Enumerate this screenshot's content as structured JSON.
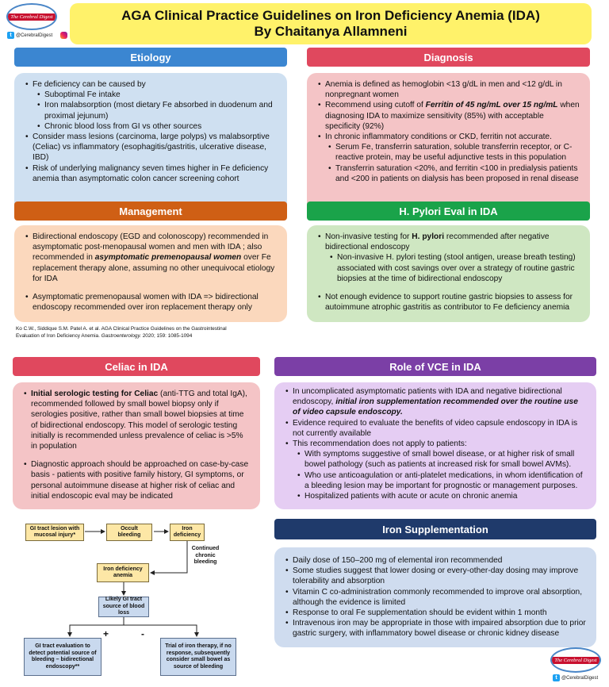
{
  "header": {
    "title_line1": "AGA Clinical Practice Guidelines on Iron Deficiency Anemia (IDA)",
    "title_line2": "By Chaitanya Allamneni",
    "logo_text": "The Cerebral Digest",
    "handle": "@CerebralDigest"
  },
  "colors": {
    "title_bg": "#fff26a",
    "etiology": "#3b86d1",
    "diagnosis": "#e0485e",
    "management": "#cf5f15",
    "hpylori": "#1aa34a",
    "celiac": "#e0485e",
    "vce": "#7b3fa6",
    "iron": "#1f3a6b"
  },
  "etiology": {
    "header": "Etiology",
    "b1": "Fe deficiency can be caused by",
    "s1": "Suboptimal Fe intake",
    "s2": "Iron malabsorption (most dietary Fe absorbed in duodenum and proximal jejunum)",
    "s3": "Chronic blood loss from GI vs other sources",
    "b2": "Consider mass lesions (carcinoma, large polyps) vs malabsorptive (Celiac) vs inflammatory (esophagitis/gastritis, ulcerative disease, IBD)",
    "b3": "Risk of underlying malignancy seven times higher in Fe deficiency anemia than asymptomatic colon cancer screening cohort"
  },
  "diagnosis": {
    "header": "Diagnosis",
    "b1": "Anemia is defined as hemoglobin <13 g/dL in men and <12 g/dL in nonpregnant women",
    "b2_pre": "Recommend using cutoff of ",
    "b2_bold": "Ferritin of 45 ng/mL over 15 ng/mL",
    "b2_post": " when diagnosing IDA to maximize sensitivity (85%) with acceptable specificity (92%)",
    "b3": "In chronic inflammatory conditions or CKD,  ferritin not accurate.",
    "s1": "Serum Fe, transferrin saturation, soluble transferrin receptor, or C-reactive protein, may be useful adjunctive tests in this population",
    "s2": "Transferrin saturation <20%, and ferritin <100 in predialysis patients and <200 in patients on dialysis has been proposed in renal disease"
  },
  "management": {
    "header": "Management",
    "b1_pre": "Bidirectional endoscopy (EGD and colonoscopy) recommended in asymptomatic post-menopausal women and men with IDA ; also recommended in ",
    "b1_bold": "asymptomatic premenopausal women",
    "b1_post": " over Fe replacement therapy alone, assuming no other unequivocal etiology for IDA",
    "b2": "Asymptomatic premenopausal women with IDA => bidirectional endoscopy recommended over iron replacement therapy only"
  },
  "hpylori": {
    "header": "H. Pylori Eval in IDA",
    "b1_pre": "Non-invasive testing for ",
    "b1_bold": "H. pylori",
    "b1_post": " recommended after negative bidirectional endoscopy",
    "s1": "Non-invasive H. pylori testing (stool antigen, urease breath testing) associated with cost savings over over a strategy of routine gastric biopsies at the time of bidirectional endoscopy",
    "b2": "Not enough evidence to support  routine gastric biopsies to assess for autoimmune atrophic gastritis as contributor to Fe deficiency anemia"
  },
  "reference": {
    "line1": "Ko C.W., Siddique S.M. Patel A. et al.  AGA Clinical Practice Guidelines on the Gastrointestinal",
    "line2_pre": "Evaluation of Iron Deficiency Anemia.  ",
    "line2_journal": "Gastroenterology.",
    "line2_post": " 2020; 159: 1085-1094"
  },
  "celiac": {
    "header": "Celiac in IDA",
    "b1_bold": "Initial serologic testing for Celiac",
    "b1_post": " (anti-TTG and total IgA), recommended followed by small bowel biopsy only if serologies positive, rather than small bowel biopsies at time of bidirectional endoscopy.  This model of serologic testing initially is recommended unless prevalence of celiac is >5% in population",
    "b2": "Diagnostic approach should be approached on case-by-case basis - patients with positive family history, GI symptoms, or personal autoimmune disease at higher risk of celiac and initial endoscopic eval may be indicated"
  },
  "vce": {
    "header": "Role of VCE in IDA",
    "b1_pre": "In uncomplicated asymptomatic patients with IDA and negative bidirectional endoscopy, ",
    "b1_bold": "initial iron supplementation recommended over the routine use of video capsule endoscopy.",
    "b2": "Evidence required to evaluate the benefits of video capsule endoscopy in IDA is not currently available",
    "b3": "This recommendation does not apply to patients:",
    "s1": "With symptoms suggestive of small bowel disease, or at higher risk of small bowel pathology (such as patients at increased risk for small bowel AVMs).",
    "s2": "Who use anticoagulation or anti-platelet medications, in whom identification of a bleeding lesion may be important for prognostic or management purposes.",
    "s3": "Hospitalized patients with acute or acute on chronic anemia"
  },
  "iron": {
    "header": "Iron Supplementation",
    "b1": "Daily dose of  150–200 mg of elemental iron recommended",
    "b2": "Some studies suggest that lower dosing or every-other-day dosing may improve tolerability and absorption",
    "b3": "Vitamin C co-administration commonly recommended to improve oral absorption, although the evidence is limited",
    "b4": "Response to oral Fe supplementation should be evident within 1 month",
    "b5": "Intravenous iron may be appropriate in those with impaired absorption due to prior gastric surgery, with inflammatory bowel disease or chronic kidney disease"
  },
  "flowchart": {
    "n1": "GI tract lesion with mucosal injury*",
    "n2": "Occult bleeding",
    "n3": "Iron deficiency",
    "n4": "Continued chronic bleeding",
    "n5": "Iron deficiency anemia",
    "n6": "Likely GI tract source of blood loss",
    "plus": "+",
    "minus": "-",
    "n7": "GI tract evaluation to detect potential source of bleeding – bidirectional endoscopy**",
    "n8": "Trial of iron therapy, if no response, subsequently consider small bowel as source of bleeding"
  }
}
